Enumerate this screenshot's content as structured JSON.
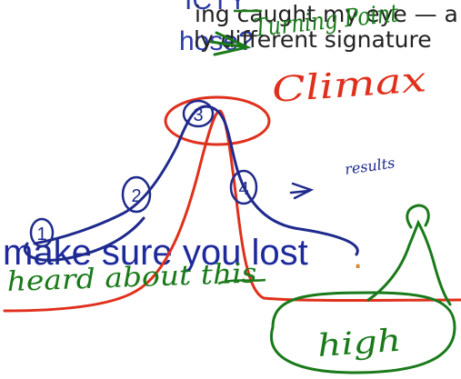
{
  "typed_text": {
    "line1": "ing caught my eye — a",
    "line2": "ly different signature",
    "fragment_top": "ICTY",
    "fragment_mid": "hose?",
    "headline": "make sure you lost",
    "trailing_dot": "."
  },
  "handwriting": {
    "turning_point": "Turning Point",
    "climax": "Climax",
    "results": "results",
    "heard_about_this": "heard about this",
    "high": "high"
  },
  "markers": {
    "m1": "1",
    "m2": "2",
    "m3": "3",
    "m4": "4"
  },
  "colors": {
    "ink_green": "#1a7a1a",
    "ink_red": "#e0301c",
    "ink_blue": "#1f2a8c",
    "typed_blue": "#1e2a9c"
  }
}
